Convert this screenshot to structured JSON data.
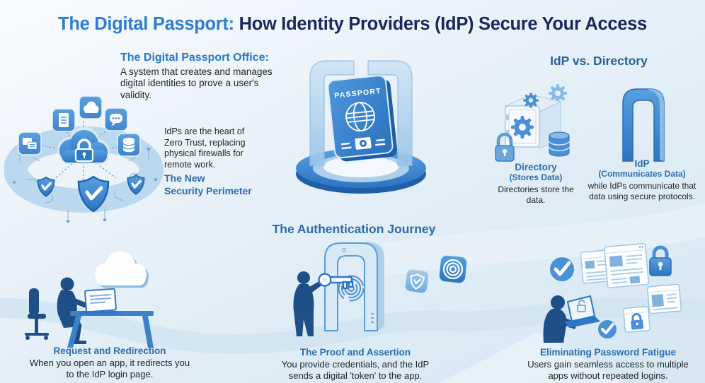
{
  "title": {
    "highlight": "The Digital Passport:",
    "rest": " How Identity Providers (IdP) Secure Your Access"
  },
  "passport_office": {
    "heading": "The Digital Passport Office:",
    "body": "A system that creates and manages digital identities to prove a user's validity."
  },
  "zero_trust": {
    "body": "IdPs are the heart of Zero Trust, replacing physical firewalls for remote work.",
    "heading_line1": "The New",
    "heading_line2": "Security Perimeter"
  },
  "idp_vs_directory": {
    "heading": "IdP vs. Directory",
    "directory": {
      "title": "Directory",
      "subtitle": "(Stores Data)",
      "body": "Directories store the data."
    },
    "idp": {
      "title": "IdP",
      "subtitle": "(Communicates Data)",
      "body": "while IdPs communicate that data using secure protocols."
    }
  },
  "journey": {
    "heading": "The Authentication Journey",
    "steps": [
      {
        "title": "Request and Redirection",
        "body": "When you open an app, it redirects you to the IdP login page."
      },
      {
        "title": "The Proof and Assertion",
        "body": "You provide credentials, and the IdP sends a digital 'token' to the app."
      },
      {
        "title": "Eliminating Password Fatigue",
        "body": "Users gain seamless access to multiple apps without repeated logins."
      }
    ]
  },
  "passport_label": "PASSPORT",
  "icons": {
    "ring_icons": [
      "document-icon",
      "cloud-icon",
      "chat-icon",
      "apps-icon",
      "database-icon"
    ],
    "center": [
      "cloud-lock-icon",
      "shield-check-icon"
    ],
    "directory_icon": [
      "safe-icon",
      "gear-icon",
      "database-icon",
      "padlock-icon"
    ],
    "idp_icon": "archway-icon",
    "journey_icons": [
      "cloud-icon",
      "laptop-icon",
      "key-icon",
      "fingerprint-gate-icon",
      "shield-badge-icon",
      "target-icon",
      "check-circle-icon",
      "browser-window-icon",
      "padlock-icon"
    ]
  },
  "colors": {
    "title_blue": "#2e7dd1",
    "title_navy": "#19295e",
    "heading_blue": "#2a6dae",
    "body_dark": "#1f2227",
    "icon_blue": "#4a90d8",
    "icon_deep_blue": "#2b6cb5",
    "band_blue": "#b8d6ee",
    "background_top": "#f7fbfe",
    "background_bottom": "#d6e7f2"
  }
}
